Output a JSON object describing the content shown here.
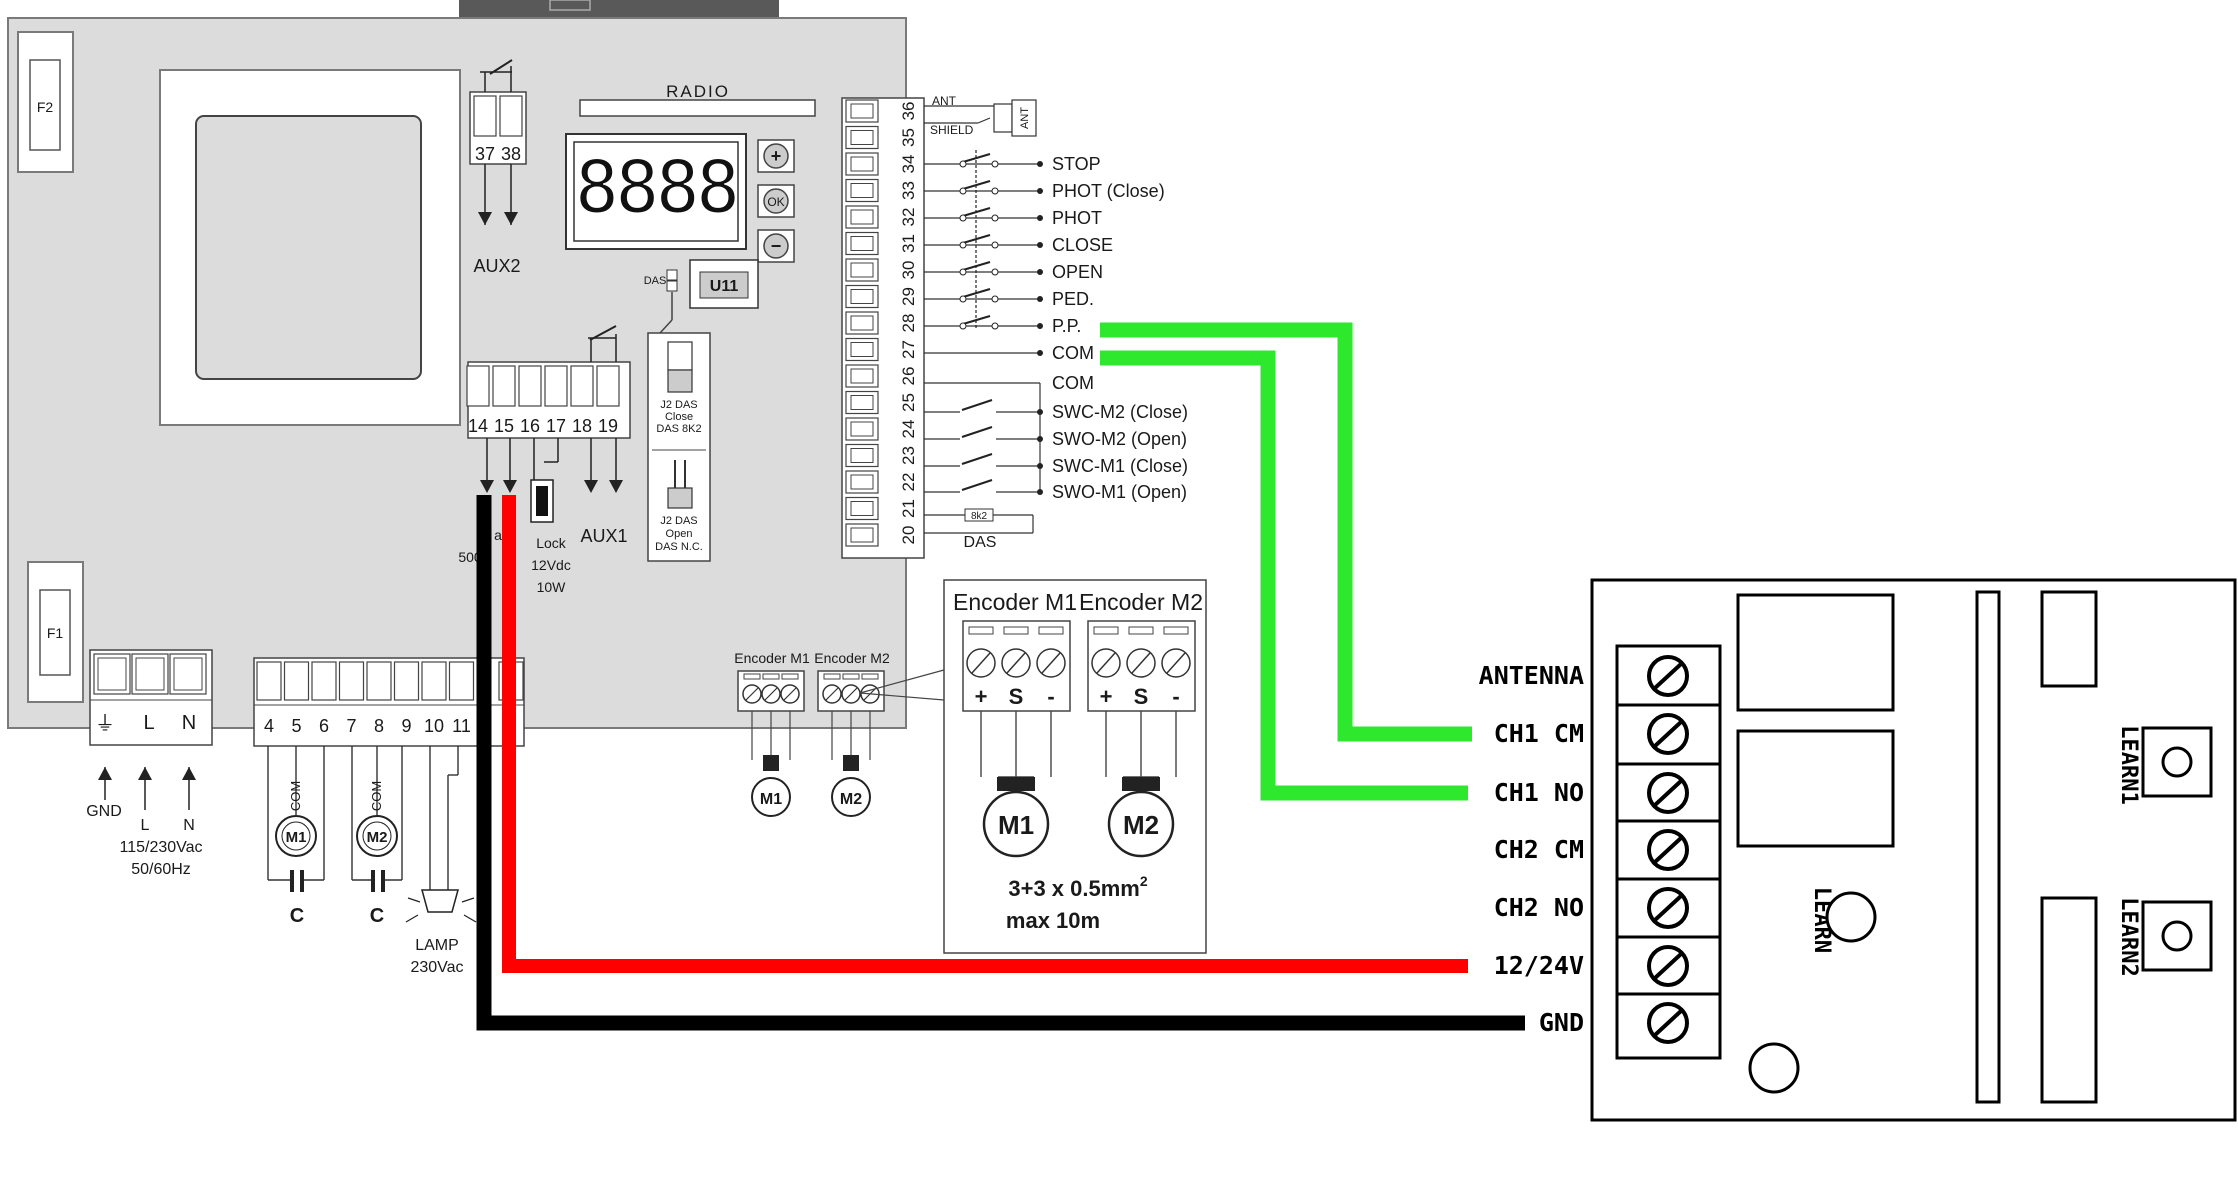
{
  "board": {
    "radio_label": "RADIO",
    "display_digits": "8888",
    "buttons": {
      "plus": "+",
      "ok": "OK",
      "minus": "−"
    },
    "chip_label": "U11",
    "das_label": "DAS",
    "fuse_f1": "F1",
    "fuse_f2": "F2",
    "aux2_terminals": [
      "37",
      "38"
    ],
    "aux2_label": "AUX2",
    "aux1_terminals": [
      "14",
      "15",
      "16",
      "17",
      "18",
      "19"
    ],
    "aux1_label": "AUX1",
    "lock_label": [
      "Lock",
      "12Vdc",
      "10W"
    ],
    "partial_text": [
      "a",
      "500"
    ],
    "jumper_close": [
      "J2 DAS",
      "Close",
      "DAS 8K2"
    ],
    "jumper_open": [
      "J2 DAS",
      "Open",
      "DAS N.C."
    ],
    "encoder_small": [
      "Encoder M1",
      "Encoder M2"
    ],
    "motor_labels": [
      "M1",
      "M2"
    ],
    "power_terminals": [
      "⏚",
      "L",
      "N"
    ],
    "power_arrow_labels": [
      "GND",
      "L",
      "N"
    ],
    "power_spec": [
      "115/230Vac",
      "50/60Hz"
    ],
    "motor_terminals": [
      "4",
      "5",
      "6",
      "7",
      "8",
      "9",
      "10",
      "11"
    ],
    "com_label": "COM",
    "capacitor_label": "C",
    "lamp_label": [
      "LAMP",
      "230Vac"
    ]
  },
  "terminal_strip": {
    "numbers": [
      "36",
      "35",
      "34",
      "33",
      "32",
      "31",
      "30",
      "29",
      "28",
      "27",
      "26",
      "25",
      "24",
      "23",
      "22",
      "21",
      "20"
    ],
    "antenna_labels": [
      "ANT",
      "SHIELD",
      "ANT"
    ],
    "inputs": [
      "STOP",
      "PHOT (Close)",
      "PHOT",
      "CLOSE",
      "OPEN",
      "PED.",
      "P.P.",
      "COM"
    ],
    "switches": [
      "COM",
      "SWC-M2 (Close)",
      "SWO-M2 (Open)",
      "SWC-M1 (Close)",
      "SWO-M1 (Open)"
    ],
    "das_resistor": "8k2",
    "das_label": "DAS"
  },
  "encoder_detail": {
    "headers": [
      "Encoder M1",
      "Encoder M2"
    ],
    "pins": [
      "+",
      "S",
      "-"
    ],
    "cable_spec": "3+3 x 0.5mm",
    "cable_superscript": "2",
    "cable_max": "max 10m"
  },
  "receiver": {
    "terminals": [
      "ANTENNA",
      "CH1 CM",
      "CH1 NO",
      "CH2 CM",
      "CH2 NO",
      "12/24V",
      "GND"
    ],
    "learn_labels": [
      "LEARN",
      "LEARN1",
      "LEARN2"
    ]
  },
  "wires": {
    "green": "#2ee82e",
    "red": "#ff0000",
    "black": "#000000"
  }
}
